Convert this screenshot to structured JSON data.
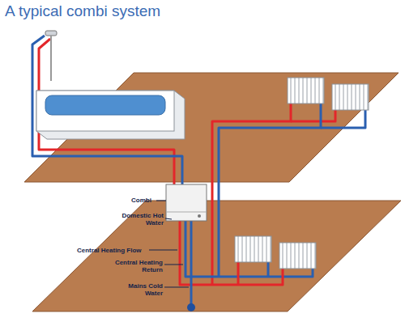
{
  "diagram": {
    "title": "A typical combi system",
    "labels": [
      "Combi",
      "Domestic Hot Water",
      "Central Heating Flow",
      "Central Heating Return",
      "Mains Cold Water"
    ]
  }
}
